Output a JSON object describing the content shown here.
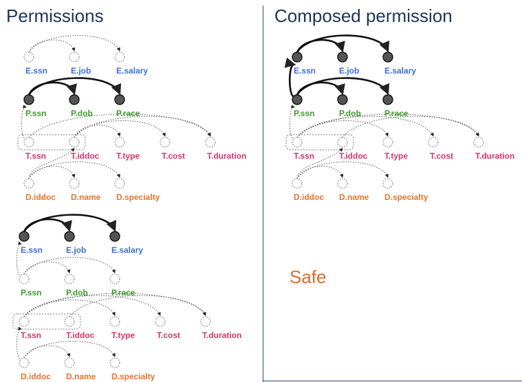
{
  "titles": {
    "left": "Permissions",
    "right": "Composed permission",
    "status": "Safe"
  },
  "colors": {
    "employee": "#3b6fd4",
    "patient": "#3f9a2e",
    "treatment": "#d6336c",
    "doctor": "#e8742a",
    "filled_node": "#555555",
    "title": "#1f3556",
    "safe": "#e06a2c"
  },
  "labels": {
    "E.ssn": "E.ssn",
    "E.job": "E.job",
    "E.salary": "E.salary",
    "P.ssn": "P.ssn",
    "P.dob": "P.dob",
    "P.race": "P.race",
    "T.ssn": "T.ssn",
    "T.iddoc": "T.iddoc",
    "T.type": "T.type",
    "T.cost": "T.cost",
    "T.duration": "T.duration",
    "D.iddoc": "D.iddoc",
    "D.name": "D.name",
    "D.specialty": "D.specialty"
  },
  "diagrams": [
    {
      "id": "permission-1",
      "filled": [
        "P.ssn",
        "P.dob",
        "P.race"
      ],
      "solid_edges": [
        [
          "P.ssn",
          "P.dob"
        ],
        [
          "P.ssn",
          "P.race"
        ]
      ],
      "dotted_edges": [
        [
          "E.ssn",
          "E.job"
        ],
        [
          "E.ssn",
          "E.salary"
        ],
        [
          "T.ssn",
          "P.ssn"
        ],
        [
          "T.iddoc",
          "T.type"
        ],
        [
          "T.iddoc",
          "T.cost"
        ],
        [
          "T.iddoc",
          "T.duration"
        ],
        [
          "T.ssn",
          "T.duration"
        ],
        [
          "D.iddoc",
          "T.iddoc"
        ],
        [
          "D.iddoc",
          "D.name"
        ],
        [
          "D.iddoc",
          "D.specialty"
        ]
      ]
    },
    {
      "id": "permission-2",
      "filled": [
        "E.ssn",
        "E.job",
        "E.salary"
      ],
      "solid_edges": [
        [
          "E.ssn",
          "E.job"
        ],
        [
          "E.ssn",
          "E.salary"
        ]
      ],
      "dotted_edges": [
        [
          "P.ssn",
          "E.ssn"
        ],
        [
          "P.ssn",
          "P.dob"
        ],
        [
          "P.ssn",
          "P.race"
        ],
        [
          "T.ssn",
          "T.type"
        ],
        [
          "T.ssn",
          "T.cost"
        ],
        [
          "T.ssn",
          "T.duration"
        ],
        [
          "T.iddoc",
          "T.duration"
        ],
        [
          "D.iddoc",
          "T.ssn"
        ],
        [
          "D.iddoc",
          "D.name"
        ],
        [
          "D.iddoc",
          "D.specialty"
        ]
      ]
    },
    {
      "id": "composed-permission",
      "filled": [
        "E.ssn",
        "E.job",
        "E.salary",
        "P.ssn",
        "P.dob",
        "P.race"
      ],
      "solid_edges": [
        [
          "E.ssn",
          "E.job"
        ],
        [
          "E.ssn",
          "E.salary"
        ],
        [
          "P.ssn",
          "P.dob"
        ],
        [
          "P.ssn",
          "P.race"
        ],
        [
          "P.ssn",
          "E.ssn"
        ]
      ],
      "dotted_edges": [
        [
          "T.ssn",
          "P.ssn"
        ],
        [
          "T.ssn",
          "T.type"
        ],
        [
          "T.ssn",
          "T.cost"
        ],
        [
          "T.ssn",
          "T.duration"
        ],
        [
          "T.iddoc",
          "T.duration"
        ],
        [
          "D.iddoc",
          "T.iddoc"
        ],
        [
          "D.iddoc",
          "D.name"
        ],
        [
          "D.iddoc",
          "D.specialty"
        ]
      ]
    }
  ]
}
